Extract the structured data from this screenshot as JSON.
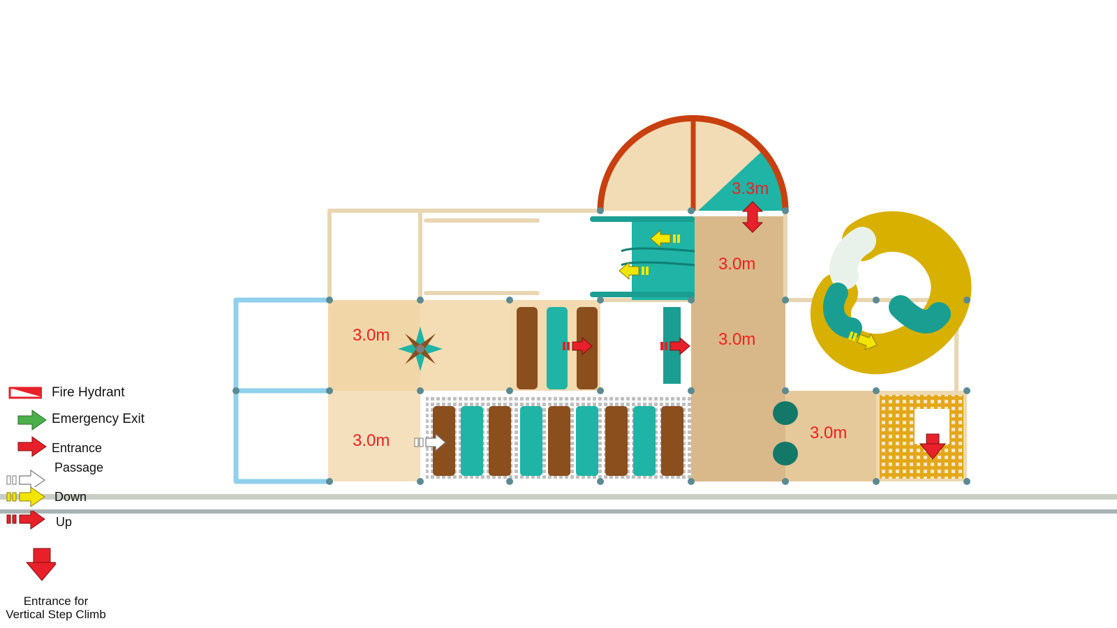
{
  "colors": {
    "panel": "#f3dcb2",
    "panel_dark": "#d9b98a",
    "pipe": "#e8d6b3",
    "blue_rail": "#8fd0ec",
    "teal": "#1fb4a6",
    "teal_dark": "#0f7f74",
    "brown": "#8b4e1d",
    "roof": "#c8400f",
    "spiral_yellow": "#d8b000",
    "net_yellow": "#e3a81a",
    "label_red": "#ee2020",
    "arrow_red": "#e8202a",
    "arrow_yellow": "#f2e600",
    "arrow_green": "#4cb04a",
    "ground": "#bfc7c2"
  },
  "height_labels": [
    {
      "id": "dome",
      "text": "3.3m"
    },
    {
      "id": "tower-upper",
      "text": "3.0m"
    },
    {
      "id": "tower-mid",
      "text": "3.0m"
    },
    {
      "id": "left-upper",
      "text": "3.0m"
    },
    {
      "id": "left-lower",
      "text": "3.0m"
    },
    {
      "id": "right-lower",
      "text": "3.0m"
    }
  ],
  "legend": {
    "fire_hydrant": "Fire Hydrant",
    "emergency_exit": "Emergency Exit",
    "entrance": "Entrance",
    "passage": "Passage",
    "down": "Down",
    "up": "Up",
    "vertical_step_climb_line1": "Entrance for",
    "vertical_step_climb_line2": "Vertical Step Climb"
  },
  "icons": {
    "fire_hydrant": "fire-hydrant-icon",
    "emergency_exit": "green-arrow-icon",
    "entrance": "red-arrow-icon",
    "passage": "white-dashed-arrow-icon",
    "down": "yellow-dashed-arrow-icon",
    "up": "red-dashed-arrow-icon",
    "vertical_step_climb": "red-down-arrow-icon"
  }
}
